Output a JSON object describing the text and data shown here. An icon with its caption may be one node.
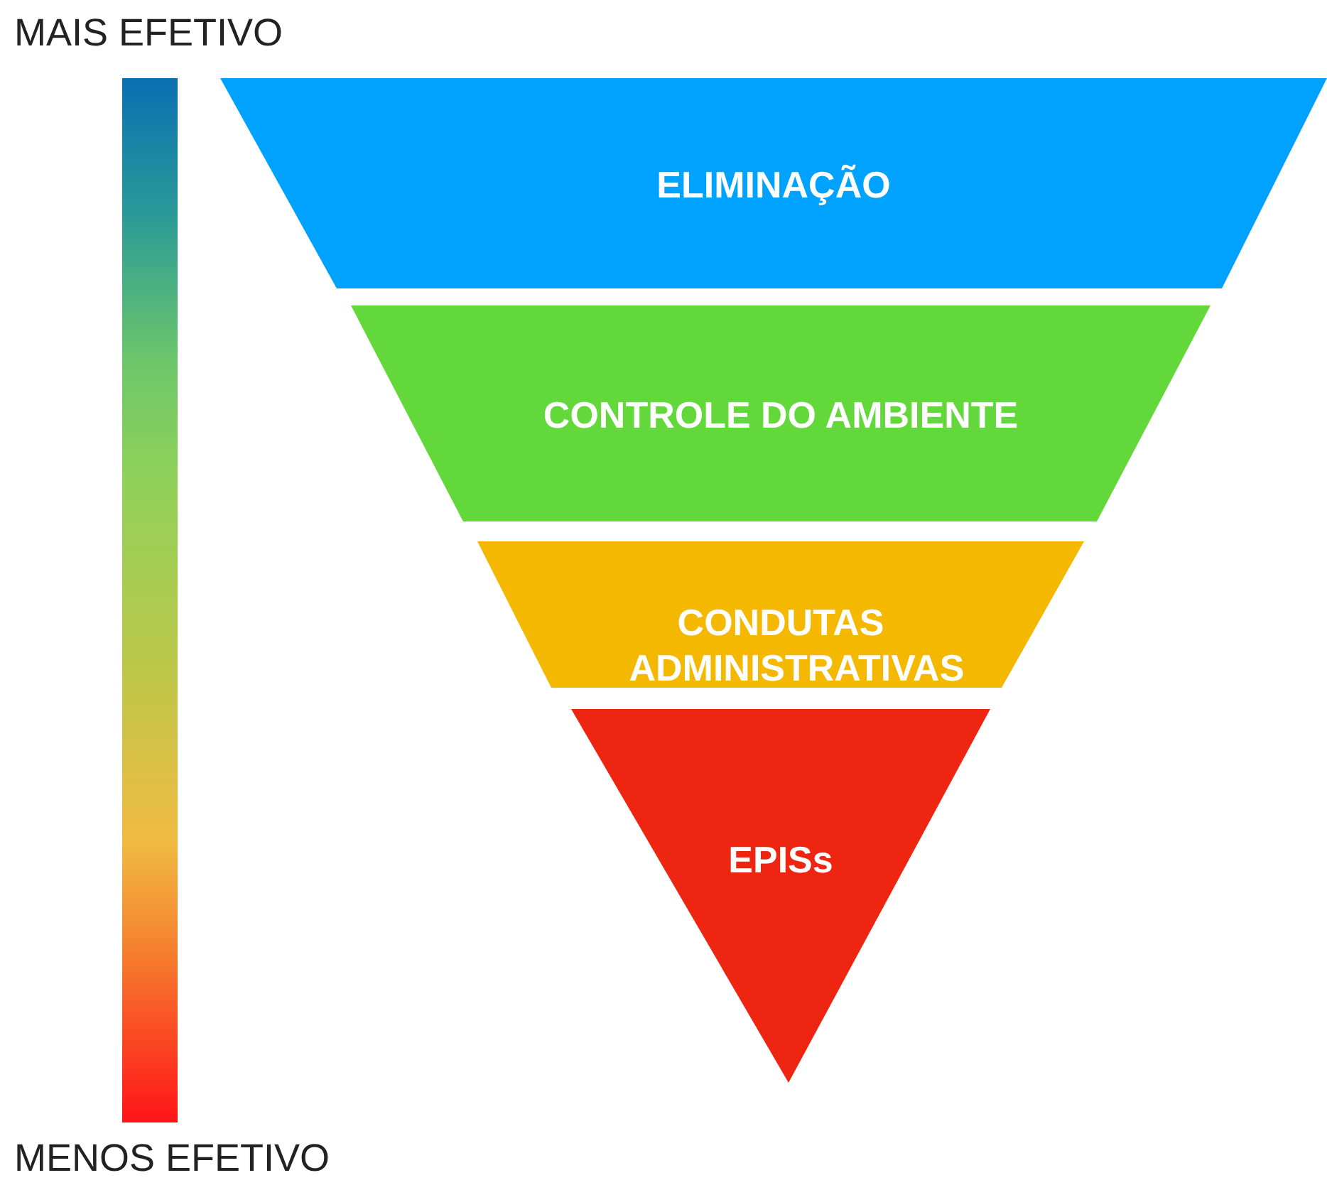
{
  "diagram": {
    "nodes": [
      {
        "text": [],
        "shape": "bar"
      },
      {
        "text": [
          "ELIMINAÇÃO"
        ]
      },
      {
        "text": [
          "CONTROLE DO AMBIENTE"
        ]
      },
      {
        "text": [
          "CONDUTAS ADMINISTRATIVAS"
        ]
      },
      {
        "text": [
          "EPISs"
        ]
      }
    ],
    "labels": [
      "MAIS EFETIVO",
      "MENOS EFETIVO"
    ]
  }
}
